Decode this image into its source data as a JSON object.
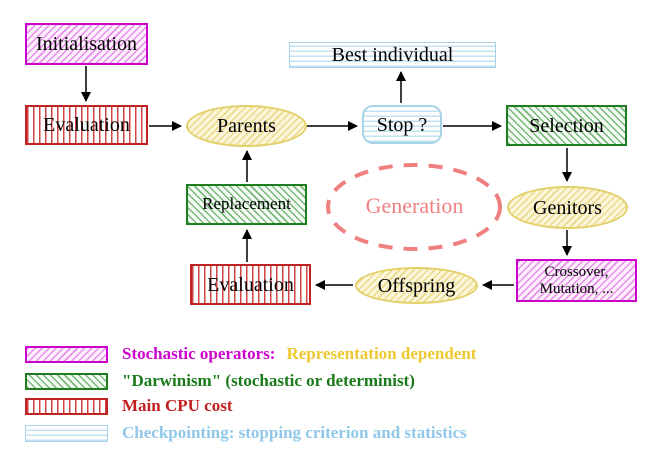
{
  "nodes": {
    "initialisation": {
      "label": "Initialisation"
    },
    "evaluation_top": {
      "label": "Evaluation"
    },
    "parents": {
      "label": "Parents"
    },
    "best_individual": {
      "label": "Best individual"
    },
    "stop": {
      "label": "Stop ?"
    },
    "selection": {
      "label": "Selection"
    },
    "genitors": {
      "label": "Genitors"
    },
    "crossover_mutation": {
      "line1": "Crossover,",
      "line2": "Mutation, ..."
    },
    "offspring": {
      "label": "Offspring"
    },
    "evaluation_bottom": {
      "label": "Evaluation"
    },
    "replacement": {
      "label": "Replacement"
    },
    "generation": {
      "label": "Generation"
    }
  },
  "legend": {
    "rows": [
      {
        "label": "Stochastic operators:",
        "label2": "Representation dependent"
      },
      {
        "label": "\"Darwinism\" (stochastic or determinist)"
      },
      {
        "label": "Main CPU cost"
      },
      {
        "label": "Checkpointing: stopping criterion and statistics"
      }
    ]
  },
  "colors": {
    "magenta": "#cc00cc",
    "green": "#1e7d1e",
    "red": "#bf2222",
    "light_blue": "#a7d3e9",
    "yellow_border": "#e3d06a",
    "gold_text": "#eec82f",
    "coral": "#f08080",
    "arrow": "#000000"
  }
}
